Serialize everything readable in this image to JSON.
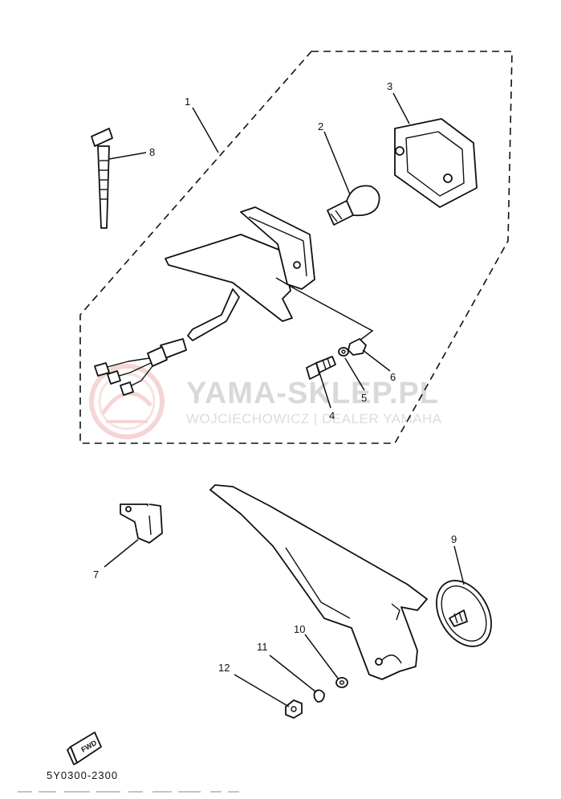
{
  "watermark": {
    "title": "YAMA-SKLEP.PL",
    "subtitle": "WOJCIECHOWICZ | DEALER YAMAHA"
  },
  "diagram_code": "5Y0300-2300",
  "fwd_label": "FWD",
  "callouts": [
    {
      "id": "callout-1",
      "text": "1"
    },
    {
      "id": "callout-2",
      "text": "2"
    },
    {
      "id": "callout-3",
      "text": "3"
    },
    {
      "id": "callout-4",
      "text": "4"
    },
    {
      "id": "callout-5",
      "text": "5"
    },
    {
      "id": "callout-6",
      "text": "6"
    },
    {
      "id": "callout-7",
      "text": "7"
    },
    {
      "id": "callout-8",
      "text": "8"
    },
    {
      "id": "callout-9",
      "text": "9"
    },
    {
      "id": "callout-10",
      "text": "10"
    },
    {
      "id": "callout-11",
      "text": "11"
    },
    {
      "id": "callout-12",
      "text": "12"
    }
  ],
  "colors": {
    "line": "#111111",
    "watermark_text": "#d9d9d9",
    "watermark_logo": "#f2c6c6"
  }
}
